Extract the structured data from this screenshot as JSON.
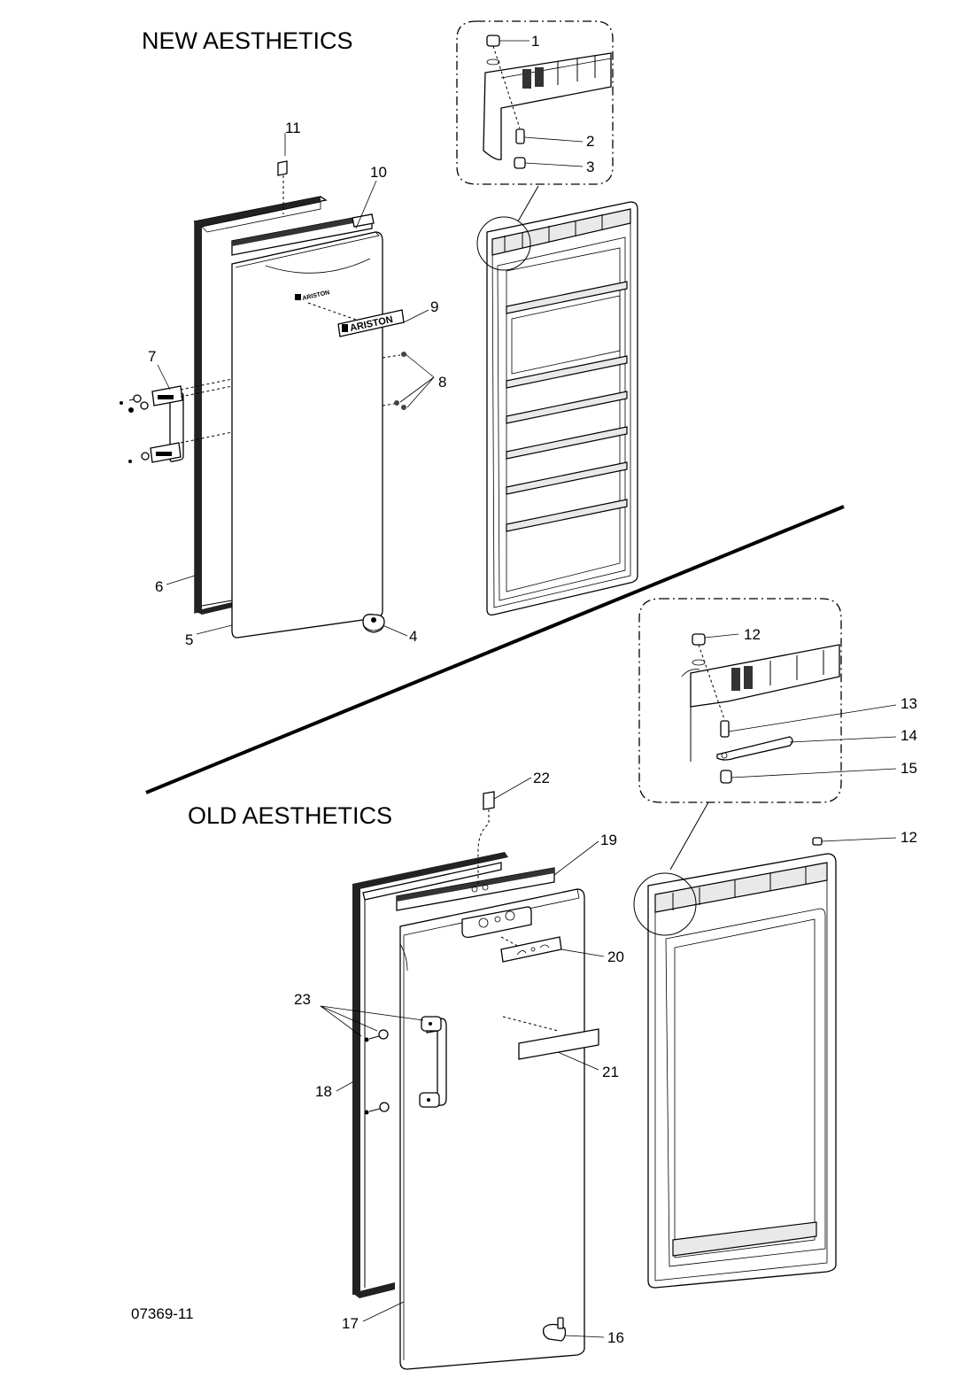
{
  "titles": {
    "new": "NEW AESTHETICS",
    "old": "OLD AESTHETICS"
  },
  "drawing_code": "07369-11",
  "brand_logo": "ARISTON",
  "callouts": {
    "c1": "1",
    "c2": "2",
    "c3": "3",
    "c4": "4",
    "c5": "5",
    "c6": "6",
    "c7": "7",
    "c8": "8",
    "c9": "9",
    "c10": "10",
    "c11": "11",
    "c12a": "12",
    "c12b": "12",
    "c13": "13",
    "c14": "14",
    "c15": "15",
    "c16": "16",
    "c17": "17",
    "c18": "18",
    "c19": "19",
    "c20": "20",
    "c21": "21",
    "c22": "22",
    "c23": "23"
  }
}
